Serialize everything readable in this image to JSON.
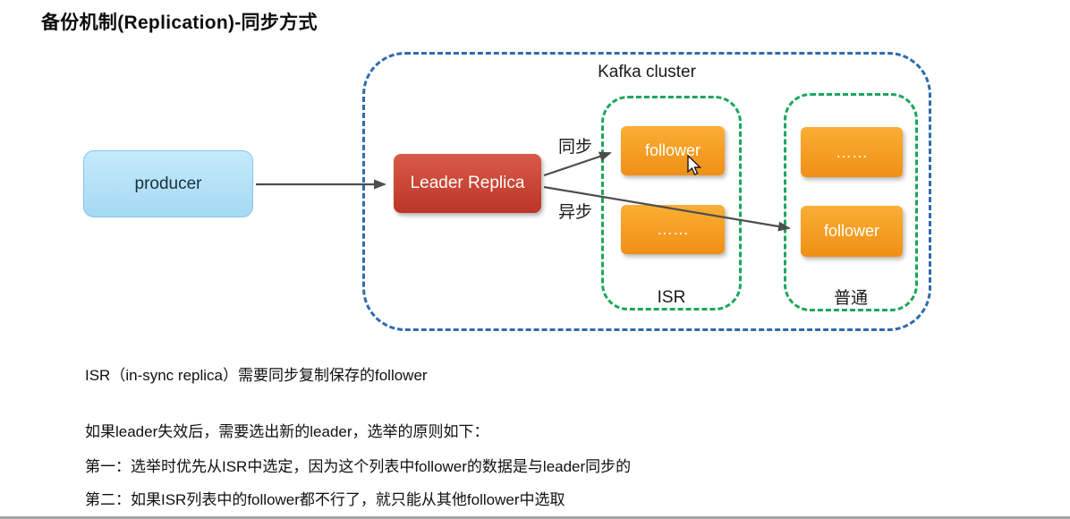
{
  "page": {
    "title": "备份机制(Replication)-同步方式"
  },
  "diagram": {
    "cluster_label": "Kafka cluster",
    "producer_label": "producer",
    "leader_label": "Leader Replica",
    "sync_label": "同步",
    "async_label": "异步",
    "isr": {
      "label": "ISR",
      "top_label": "follower",
      "bottom_label": "……"
    },
    "normal": {
      "label": "普通",
      "top_label": "……",
      "bottom_label": "follower"
    }
  },
  "notes": {
    "lines": [
      "ISR（in-sync replica）需要同步复制保存的follower",
      "如果leader失效后，需要选出新的leader，选举的原则如下：",
      "第一：选举时优先从ISR中选定，因为这个列表中follower的数据是与leader同步的",
      "第二：如果ISR列表中的follower都不行了，就只能从其他follower中选取"
    ]
  },
  "colors": {
    "producer_fill_top": "#c5eafc",
    "producer_fill_bottom": "#a6d9f2",
    "producer_border": "#86c5e5",
    "leader_fill_top": "#d95a49",
    "leader_fill_bottom": "#bc3527",
    "follower_fill_top": "#fbae35",
    "follower_fill_bottom": "#f08f15",
    "cluster_border": "#2b6cb0",
    "group_border": "#18a85b",
    "arrow": "#4d4d4d"
  }
}
